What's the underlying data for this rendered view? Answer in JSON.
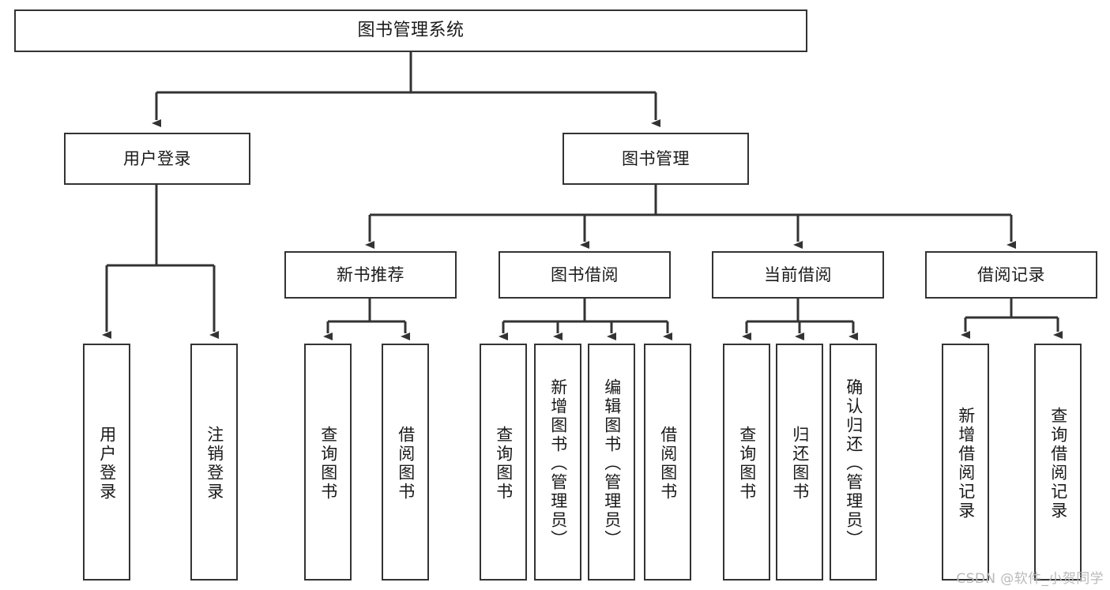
{
  "diagram": {
    "title": "图书管理系统",
    "watermark": "CSDN @软件_小贺同学",
    "colors": {
      "box_border": "#333333",
      "box_fill": "#ffffff",
      "connector": "#333333",
      "text": "#1a1a1a",
      "background": "#ffffff",
      "watermark_text": "#b9b9b9"
    },
    "root": {
      "label": "图书管理系统"
    },
    "level2": [
      {
        "label": "用户登录"
      },
      {
        "label": "图书管理"
      }
    ],
    "level3": [
      {
        "label": "新书推荐"
      },
      {
        "label": "图书借阅"
      },
      {
        "label": "当前借阅"
      },
      {
        "label": "借阅记录"
      }
    ],
    "leaves": {
      "user_login": [
        {
          "label": "用户登录"
        },
        {
          "label": "注销登录"
        }
      ],
      "new_book_recommend": [
        {
          "label": "查询图书"
        },
        {
          "label": "借阅图书"
        }
      ],
      "book_borrow": [
        {
          "label": "查询图书"
        },
        {
          "label": "新增图书（管理员）"
        },
        {
          "label": "编辑图书（管理员）"
        },
        {
          "label": "借阅图书"
        }
      ],
      "current_borrow": [
        {
          "label": "查询图书"
        },
        {
          "label": "归还图书"
        },
        {
          "label": "确认归还（管理员）"
        }
      ],
      "borrow_record": [
        {
          "label": "新增借阅记录"
        },
        {
          "label": "查询借阅记录"
        }
      ]
    }
  }
}
